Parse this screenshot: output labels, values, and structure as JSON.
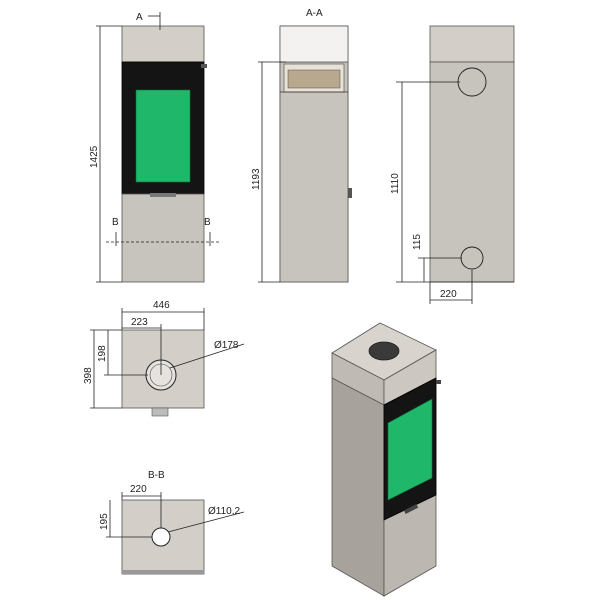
{
  "labels": {
    "section_marker": "A",
    "section_title_aa": "A-A",
    "section_b_left": "B",
    "section_b_right": "B",
    "section_title_bb": "B-B"
  },
  "dimensions": {
    "front_height": "1425",
    "section_height": "1193",
    "side_flue_height": "1110",
    "side_inlet_height": "115",
    "side_inlet_offset": "220",
    "top_width": "446",
    "top_flue_offset_x": "223",
    "top_depth": "398",
    "top_flue_offset_y": "198",
    "top_flue_diameter": "Ø178",
    "bottom_inlet_offset_x": "220",
    "bottom_inlet_offset_y": "195",
    "bottom_inlet_diameter": "Ø110,2"
  },
  "colors": {
    "body": "#c7c3bd",
    "glass": "#1fb86a",
    "door": "#141414"
  }
}
